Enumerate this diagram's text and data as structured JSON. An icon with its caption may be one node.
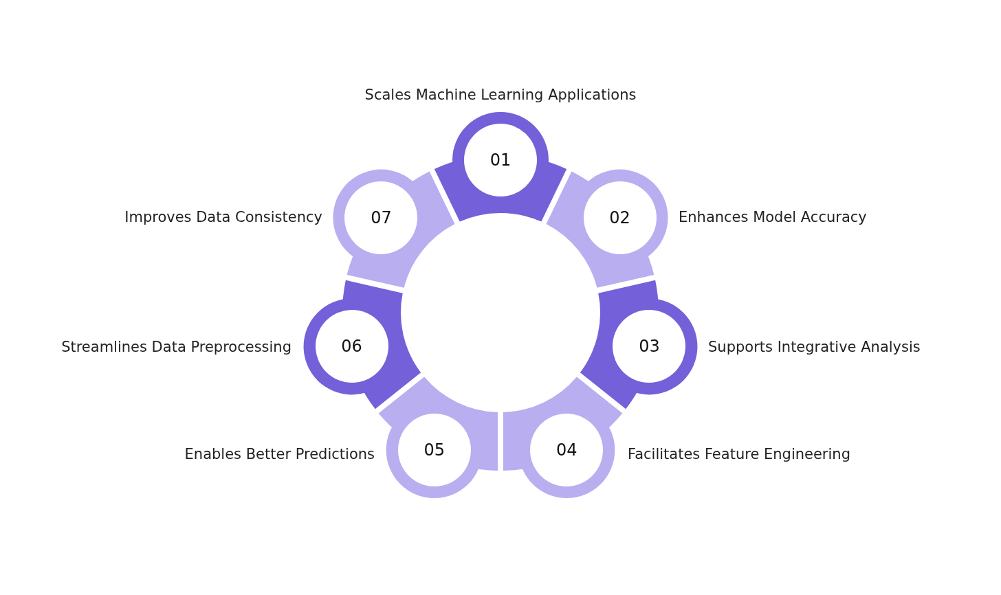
{
  "diagram": {
    "nodes": [
      {
        "text": [
          "01"
        ],
        "beside": [
          "Scales Machine Learning Applications"
        ]
      },
      {
        "text": [
          "02"
        ],
        "beside": [
          "Enhances Model Accuracy"
        ]
      },
      {
        "text": [
          "03"
        ],
        "beside": [
          "Supports Integrative Analysis"
        ]
      },
      {
        "text": [
          "04"
        ],
        "beside": [
          "Facilitates Feature Engineering"
        ]
      },
      {
        "text": [
          "05"
        ],
        "beside": [
          "Enables Better Predictions"
        ]
      },
      {
        "text": [
          "06"
        ],
        "beside": [
          "Streamlines Data Preprocessing"
        ]
      },
      {
        "text": [
          "07"
        ],
        "beside": [
          "Improves Data Consistency"
        ]
      }
    ]
  }
}
